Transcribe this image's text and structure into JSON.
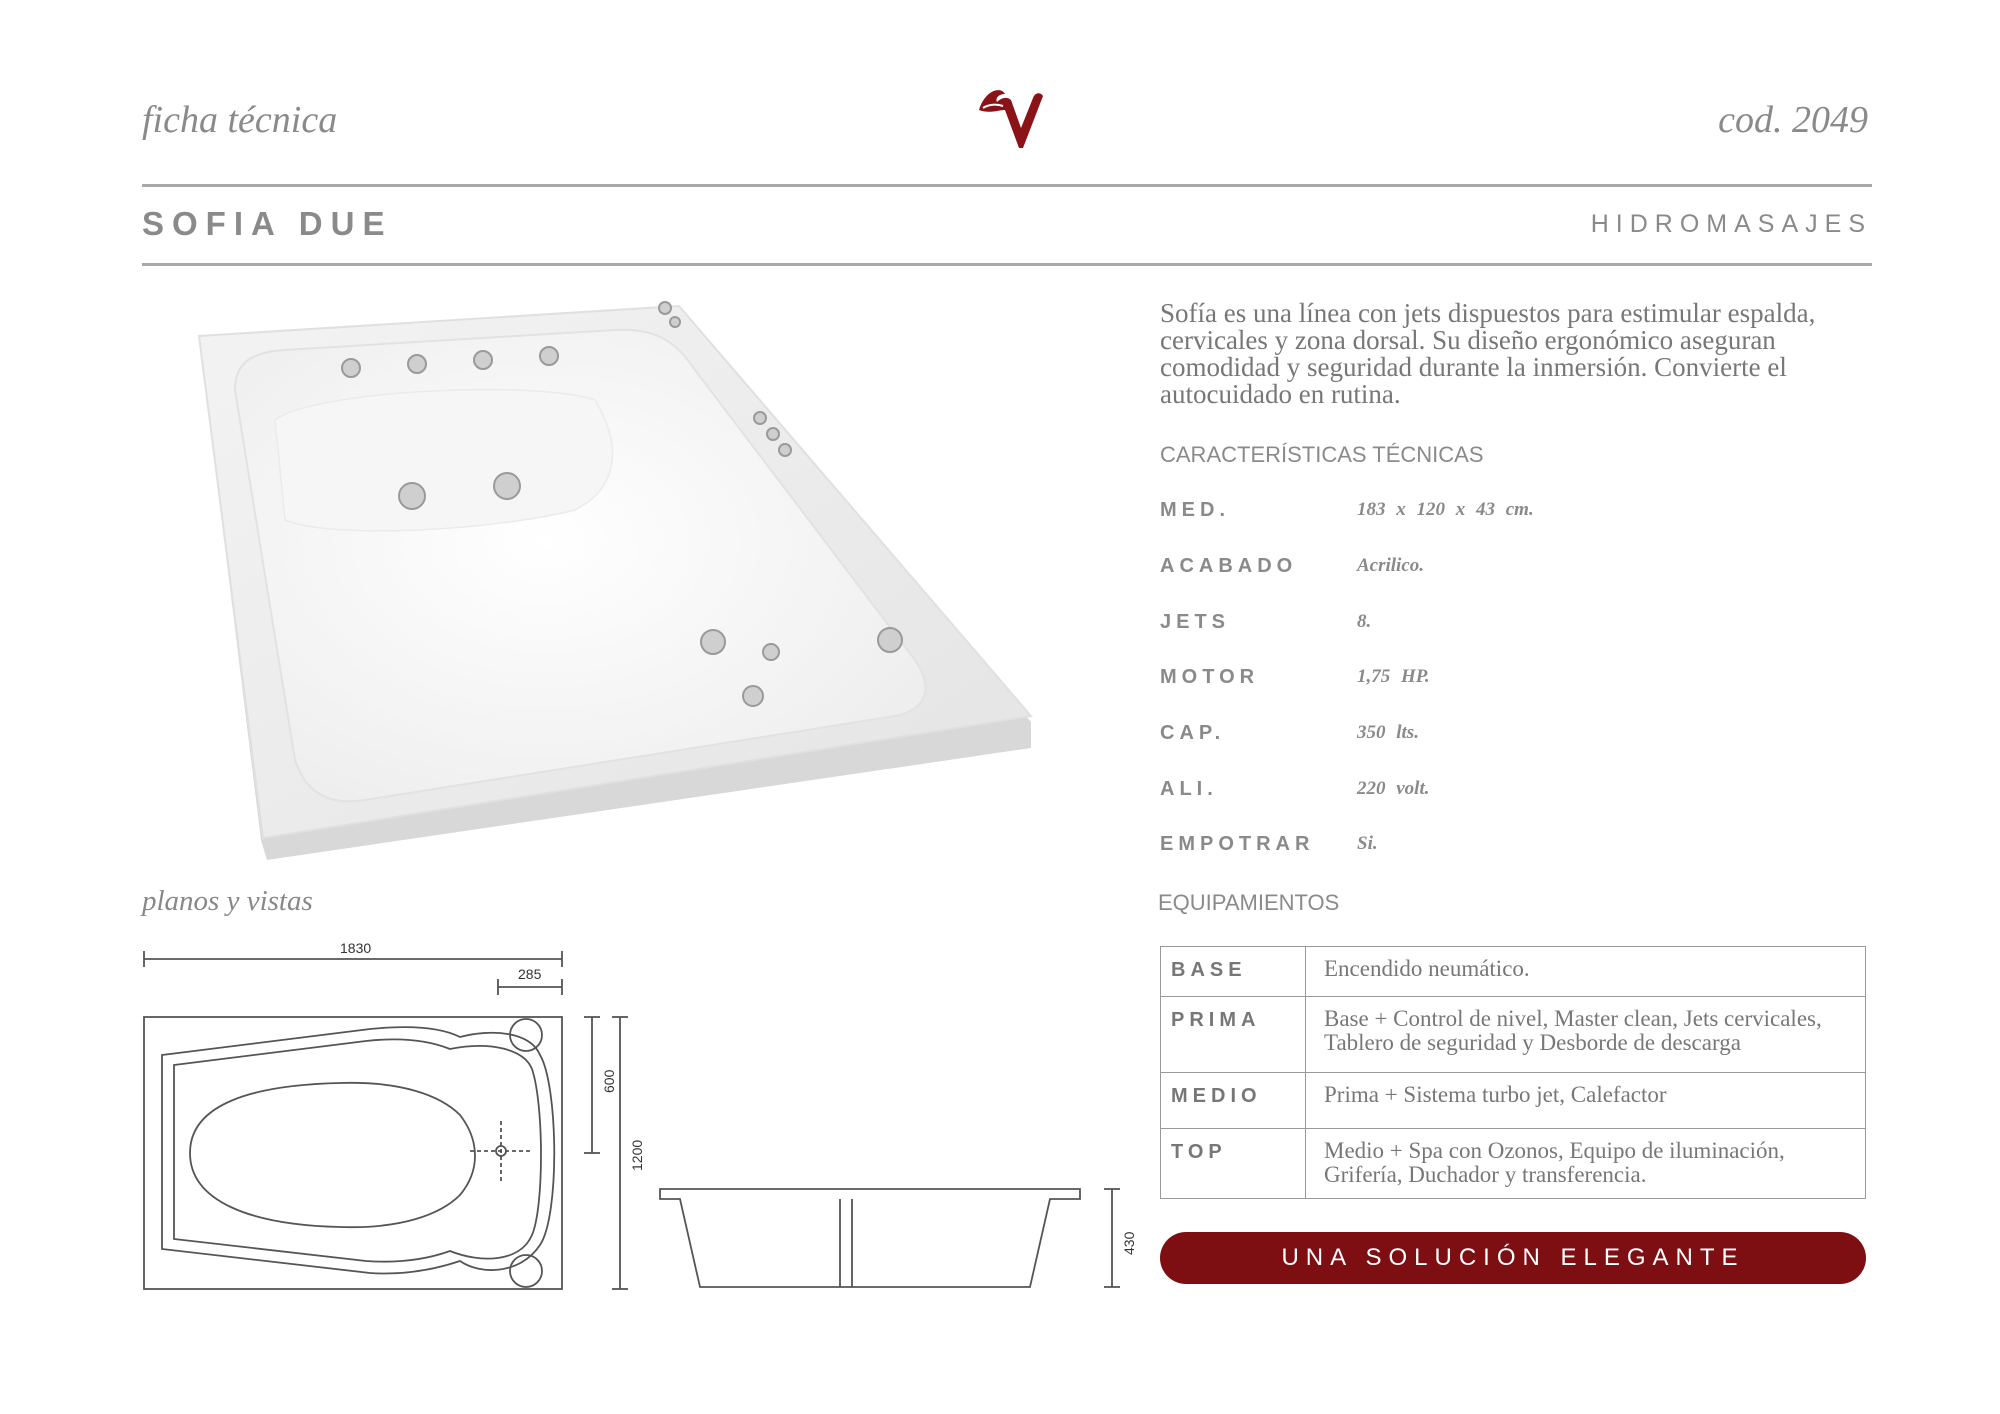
{
  "header": {
    "doc_type": "ficha técnica",
    "code": "cod. 2049"
  },
  "product": {
    "name": "SOFIA DUE",
    "category": "HIDROMASAJES",
    "description": "Sofía es una línea con jets dispuestos para estimular espalda, cervicales y zona dorsal. Su diseño ergonómico aseguran comodidad y seguridad durante la inmersión. Convierte el autocuidado en rutina."
  },
  "specs": {
    "heading": "CARACTERÍSTICAS TÉCNICAS",
    "items": [
      {
        "label": "MED.",
        "value": "183 x 120 x 43 cm."
      },
      {
        "label": "ACABADO",
        "value": "Acrilico."
      },
      {
        "label": "JETS",
        "value": "8."
      },
      {
        "label": "MOTOR",
        "value": "1,75 HP."
      },
      {
        "label": "CAP.",
        "value": "350 lts."
      },
      {
        "label": "ALI.",
        "value": "220 volt."
      },
      {
        "label": "EMPOTRAR",
        "value": "Si."
      }
    ]
  },
  "equipment": {
    "heading": "EQUIPAMIENTOS",
    "rows": [
      {
        "level": "BASE",
        "detail": "Encendido neumático."
      },
      {
        "level": "PRIMA",
        "detail": "Base + Control de nivel, Master clean, Jets cervicales, Tablero de seguridad y Desborde de descarga"
      },
      {
        "level": "MEDIO",
        "detail": "Prima + Sistema turbo jet, Calefactor"
      },
      {
        "level": "TOP",
        "detail": "Medio + Spa con Ozonos, Equipo de iluminación, Grifería, Duchador y transferencia."
      }
    ]
  },
  "plans": {
    "heading": "planos y vistas",
    "dimensions": {
      "length": "1830",
      "offset": "285",
      "half_width": "600",
      "width": "1200",
      "height": "430"
    }
  },
  "banner": {
    "text": "UNA SOLUCIÓN ELEGANTE"
  },
  "colors": {
    "brand": "#7d0f13",
    "text_gray": "#8a8a8a",
    "rule_gray": "#a9a9a9"
  }
}
